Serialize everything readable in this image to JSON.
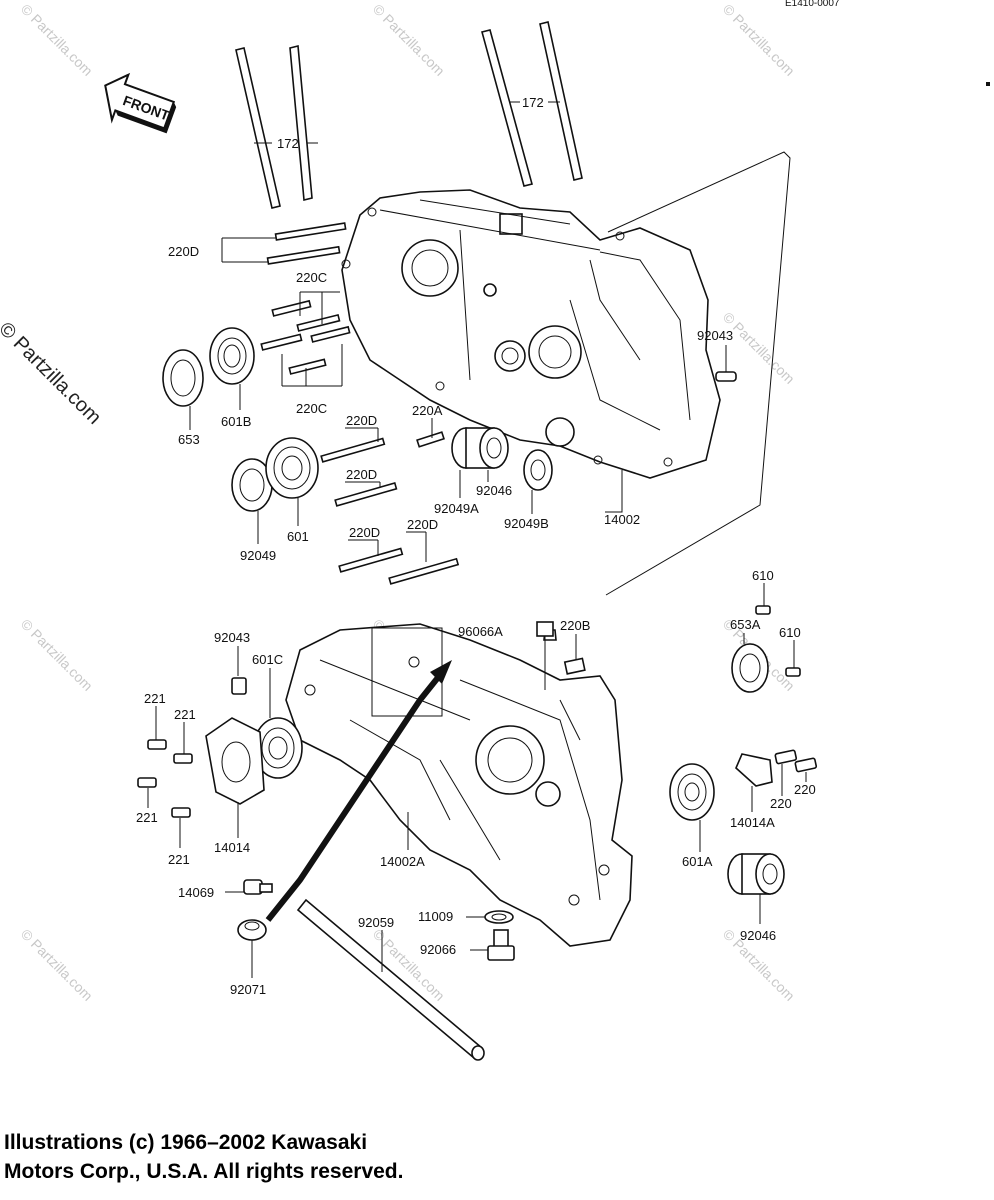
{
  "diagram_code": "E1410-0007",
  "front_label": "FRONT",
  "side_watermark": "© Partzilla.com",
  "watermark": "© Partzilla.com",
  "copyright": {
    "line1": "Illustrations (c) 1966–2002 Kawasaki",
    "line2": "Motors Corp., U.S.A.  All rights reserved."
  },
  "labels": {
    "p172a": "172",
    "p172b": "172",
    "p220d_top": "220D",
    "p220c_top": "220C",
    "p220c_bot": "220C",
    "p92043_top": "92043",
    "p653": "653",
    "p601b": "601B",
    "p220d_2": "220D",
    "p220d_3": "220D",
    "p220a": "220A",
    "p92046_top": "92046",
    "p92049a": "92049A",
    "p92049b": "92049B",
    "p14002": "14002",
    "p601": "601",
    "p92049": "92049",
    "p220d_4": "220D",
    "p220d_5": "220D",
    "p610a": "610",
    "p653a": "653A",
    "p610b": "610",
    "p96066a": "96066A",
    "p220b": "220B",
    "p92043_bot": "92043",
    "p601c": "601C",
    "p221a": "221",
    "p221b": "221",
    "p221c": "221",
    "p221d": "221",
    "p14014": "14014",
    "p14002a": "14002A",
    "p220a2": "220",
    "p220b2": "220",
    "p14014a": "14014A",
    "p601a": "601A",
    "p92046_bot": "92046",
    "p14069": "14069",
    "p92059": "92059",
    "p11009": "11009",
    "p92066": "92066",
    "p92071": "92071"
  }
}
